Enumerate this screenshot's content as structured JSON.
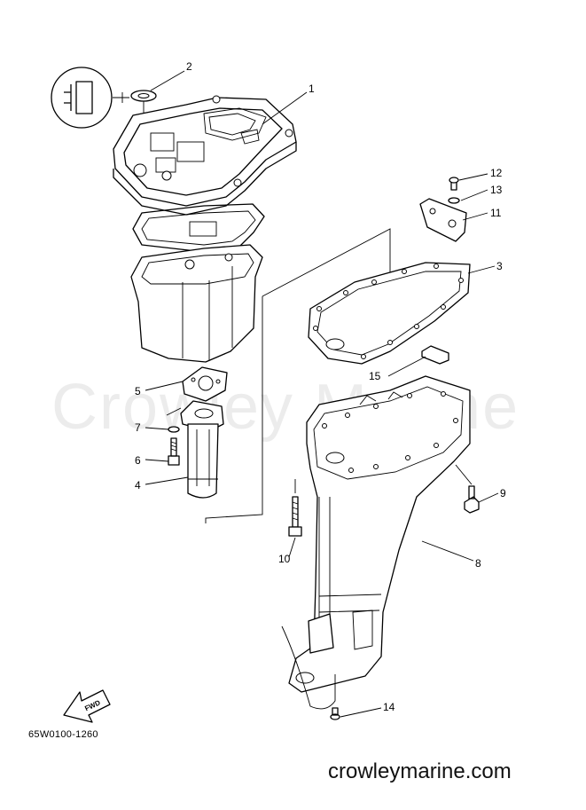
{
  "diagram": {
    "watermark": "Crowley Marine",
    "part_code": "65W0100-1260",
    "website": "crowleymarine.com",
    "fwd_label": "FWD",
    "callouts": [
      {
        "id": "1",
        "label": "1"
      },
      {
        "id": "2",
        "label": "2"
      },
      {
        "id": "3",
        "label": "3"
      },
      {
        "id": "4",
        "label": "4"
      },
      {
        "id": "5",
        "label": "5"
      },
      {
        "id": "6",
        "label": "6"
      },
      {
        "id": "7",
        "label": "7"
      },
      {
        "id": "8",
        "label": "8"
      },
      {
        "id": "9",
        "label": "9"
      },
      {
        "id": "10",
        "label": "10"
      },
      {
        "id": "11",
        "label": "11"
      },
      {
        "id": "12",
        "label": "12"
      },
      {
        "id": "13",
        "label": "13"
      },
      {
        "id": "14",
        "label": "14"
      },
      {
        "id": "15",
        "label": "15"
      }
    ]
  }
}
